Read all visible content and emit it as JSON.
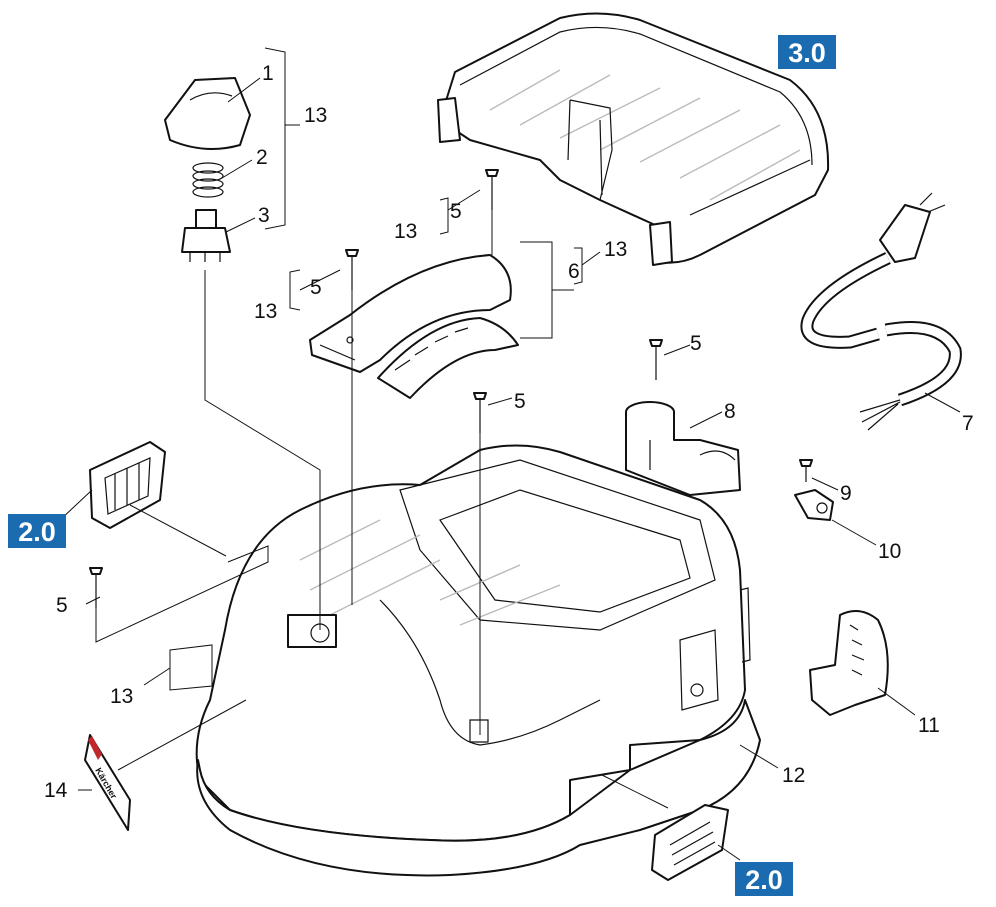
{
  "callouts": {
    "p1": "1",
    "p2": "2",
    "p3": "3",
    "p13_top": "13",
    "p5_a": "5",
    "p13_a": "13",
    "p5_b": "5",
    "p13_b": "13",
    "p6": "6",
    "p13_c": "13",
    "p5_c": "5",
    "p5_d": "5",
    "p5_e": "5",
    "p7": "7",
    "p8": "8",
    "p9": "9",
    "p10": "10",
    "p11": "11",
    "p12": "12",
    "p13_d": "13",
    "p14": "14"
  },
  "badges": {
    "top_right": "3.0",
    "left": "2.0",
    "bottom_right": "2.0"
  },
  "sticker_text": "Kärcher",
  "colors": {
    "badge": "#1a6bb0",
    "sticker_accent": "#c0282b",
    "line": "#111111"
  }
}
